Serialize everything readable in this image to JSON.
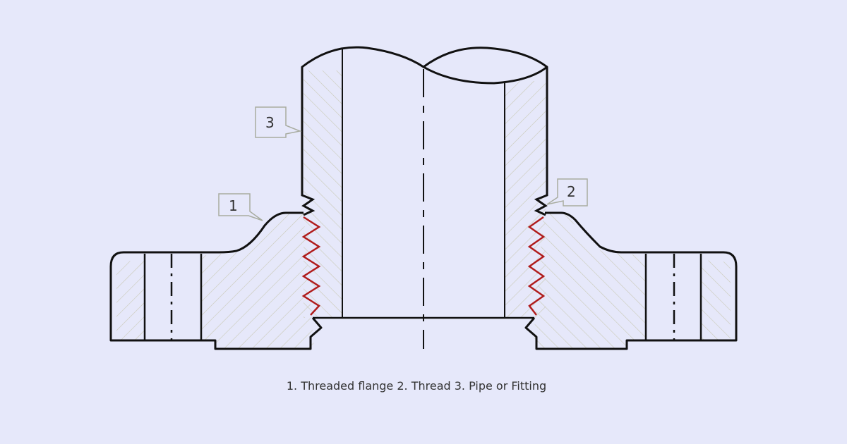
{
  "diagram": {
    "callouts": [
      {
        "number": "1",
        "part": "Threaded flange"
      },
      {
        "number": "2",
        "part": "Thread"
      },
      {
        "number": "3",
        "part": "Pipe or Fitting"
      }
    ],
    "caption": "1. Threaded flange 2. Thread 3. Pipe or Fitting",
    "colors": {
      "background": "#e6e8fa",
      "outline": "#111111",
      "thread": "#b01c1c",
      "hatch": "#c9c9b5"
    }
  }
}
